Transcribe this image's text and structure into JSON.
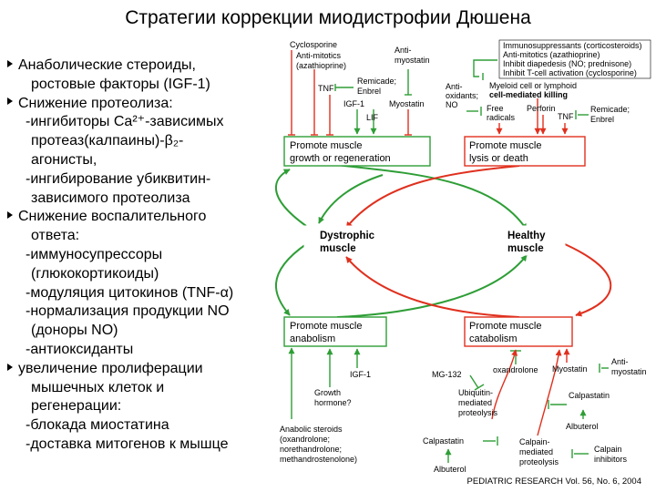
{
  "title": "Стратегии коррекции миодистрофии Дюшена",
  "bullets": [
    {
      "kind": "b",
      "text": "Анаболические стероиды,"
    },
    {
      "kind": "c1",
      "text": "ростовые факторы (IGF-1)"
    },
    {
      "kind": "b",
      "text": "Снижение протеолиза:"
    },
    {
      "kind": "s2",
      "text": "-ингибиторы Ca²⁺-зависимых"
    },
    {
      "kind": "c2",
      "text": "протеаз(калпаины)-β₂-"
    },
    {
      "kind": "c2",
      "text": "агонисты,"
    },
    {
      "kind": "s2",
      "text": "-ингибирование убиквитин-"
    },
    {
      "kind": "c2",
      "text": "зависимого протеолиза"
    },
    {
      "kind": "b",
      "text": "Снижение воспалительного"
    },
    {
      "kind": "c1",
      "text": "ответа:"
    },
    {
      "kind": "s2",
      "text": "-иммуносупрессоры"
    },
    {
      "kind": "c2",
      "text": "(глюкокортикоиды)"
    },
    {
      "kind": "s2",
      "text": "-модуляция цитокинов (TNF-α)"
    },
    {
      "kind": "s2",
      "text": "-нормализация продукции NO"
    },
    {
      "kind": "c2",
      "text": "(доноры NO)"
    },
    {
      "kind": "s2",
      "text": "-антиоксиданты"
    },
    {
      "kind": "b",
      "text": "увеличение пролиферации"
    },
    {
      "kind": "c1",
      "text": "мышечных клеток и"
    },
    {
      "kind": "c1",
      "text": "регенерации:"
    },
    {
      "kind": "s2",
      "text": "-блокада миостатина"
    },
    {
      "kind": "s2",
      "text": "-доставка митогенов к мышце"
    }
  ],
  "colors": {
    "green": "#2e9e36",
    "red": "#e0301e",
    "text": "#000000",
    "background": "#ffffff"
  },
  "diagram": {
    "boxes": {
      "growth": [
        "Promote muscle",
        "growth or regeneration"
      ],
      "lysis": [
        "Promote muscle",
        "lysis or death"
      ],
      "dystrophic": [
        "Dystrophic",
        "muscle"
      ],
      "healthy": [
        "Healthy",
        "muscle"
      ],
      "anabolism": [
        "Promote muscle",
        "anabolism"
      ],
      "catabolism": [
        "Promote muscle",
        "catabolism"
      ]
    },
    "top_left_labels": {
      "cyclosporine": "Cyclosporine",
      "anti_mitotics": [
        "Anti-mitotics",
        "(azathioprine)"
      ],
      "anti_myostatin": [
        "Anti-",
        "myostatin"
      ],
      "tnf": "TNF",
      "remicade": [
        "Remicade;",
        "Enbrel"
      ],
      "igf1": "IGF-1",
      "myostatin": "Myostatin",
      "lif": "LIF"
    },
    "top_right_labels": {
      "immunosuppressants": [
        "Immunosuppressants (corticosteroids)",
        "Anti-mitotics (azathioprine)",
        "Inhibit diapedesis (NO; prednisone)",
        "Inhibit T-cell activation (cyclosporine)"
      ],
      "myeloid": [
        "Myeloid cell or lymphoid",
        "cell-mediated killing"
      ],
      "antioxidants": [
        "Anti-",
        "oxidants;",
        "NO"
      ],
      "free_radicals": [
        "Free",
        "radicals"
      ],
      "perforin": "Perforin",
      "tnf": "TNF",
      "remicade": [
        "Remicade;",
        "Enbrel"
      ]
    },
    "bottom_left_labels": {
      "igf1": "IGF-1",
      "growth_hormone": [
        "Growth",
        "hormone?"
      ],
      "anabolic_steroids": [
        "Anabolic steroids",
        "(oxandrolone;",
        "norethandrolone;",
        "methandrostenolone)"
      ]
    },
    "bottom_right_labels": {
      "mg132": "MG-132",
      "oxandrolone": "oxandrolone",
      "myostatin": "Myostatin",
      "anti_myostatin": [
        "Anti-",
        "myostatin"
      ],
      "ubiquitin": [
        "Ubiquitin-",
        "mediated",
        "proteolysis"
      ],
      "calpastatin_right": "Calpastatin",
      "albuterol_right": "Albuterol",
      "calpastatin_left": "Calpastatin",
      "albuterol_left": "Albuterol",
      "calpain_mediated": [
        "Calpain-",
        "mediated",
        "proteolysis"
      ],
      "calpain_inhibitors": [
        "Calpain",
        "inhibitors"
      ]
    }
  },
  "citation": "PEDIATRIC RESEARCH Vol. 56, No. 6, 2004"
}
